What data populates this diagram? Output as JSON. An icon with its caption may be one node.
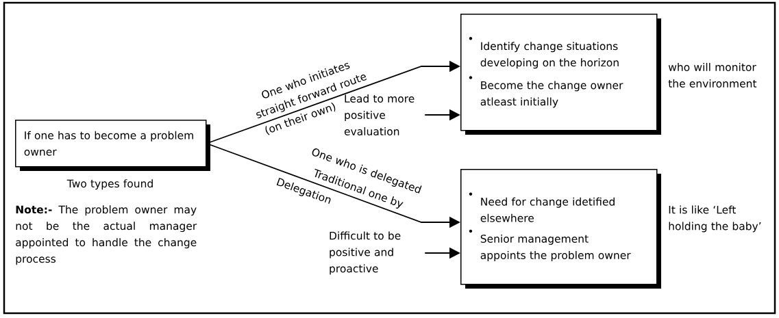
{
  "diagram": {
    "nodes": [
      {
        "text": [
          "If one has to become a problem owner"
        ],
        "beside": [
          "Two types found"
        ]
      },
      {
        "text": [
          "Identify change situations developing on the horizon",
          "Become the change owner atleast initially"
        ],
        "beside": [
          "who will monitor the environment"
        ]
      },
      {
        "text": [
          "Need for change idetified elsewhere",
          "Senior management appoints the problem owner"
        ],
        "beside": [
          "It is like ‘Left holding the baby’"
        ]
      },
      {
        "text": [
          "Lead to more positive evaluation"
        ]
      },
      {
        "text": [
          "Difficult to be positive and proactive"
        ]
      }
    ],
    "edges": [
      {
        "from": 0,
        "to": 1,
        "arrow": "to",
        "label": "One who initiates straight forward route"
      },
      {
        "from": 0,
        "to": 2,
        "arrow": "to",
        "label": "One who is delegated"
      },
      {
        "from": 3,
        "to": 1,
        "arrow": "to"
      },
      {
        "from": 4,
        "to": 2,
        "arrow": "to"
      }
    ],
    "labels": [
      "(on their own)",
      "Traditional one by",
      "Delegation",
      "**Note:-** The problem owner may not be the actual manager appointed to handle the change process"
    ]
  }
}
